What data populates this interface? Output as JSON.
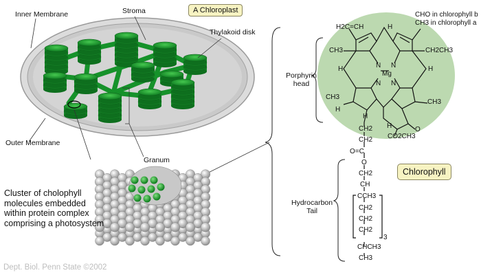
{
  "chloroplast": {
    "title": "A Chloroplast",
    "labels": {
      "inner_membrane": "Inner Membrane",
      "stroma": "Stroma",
      "thylakoid": "Thylakoid disk",
      "outer_membrane": "Outer Membrane",
      "granum": "Granum"
    }
  },
  "photosystem": {
    "caption": [
      "Cluster of cholophyll",
      "molecules embedded",
      "within protein complex",
      "comprising a photosystem"
    ]
  },
  "chlorophyll": {
    "title": "Chlorophyll",
    "porphyrin_label": [
      "Porphyrin",
      "head"
    ],
    "tail_label": [
      "Hydrocarbon",
      "Tail"
    ],
    "cho_note": [
      "CHO in chlorophyll b",
      "CH3 in chlorophyll a"
    ],
    "atoms": {
      "h2c_ch": "H2C=CH",
      "h": "H",
      "ch3": "CH3",
      "ch2ch3": "CH2CH3",
      "n": "N",
      "mg": "Mg",
      "o": "O",
      "co2ch3": "CO2CH3",
      "ch2": "CH2",
      "ch": "CH",
      "o_c": "O=C",
      "cch3": "CCH3",
      "chch3": "CHCH3",
      "sub3": "3"
    }
  },
  "footer": "Dept. Biol. Penn State ©2002",
  "colors": {
    "grana": "#1f9d2f",
    "grana_dark": "#0d6a1c",
    "chloroplast_bg": "#cfcfcf",
    "porphyrin_bg": "#bcd9b0",
    "label_box": "#f7f3c2"
  }
}
